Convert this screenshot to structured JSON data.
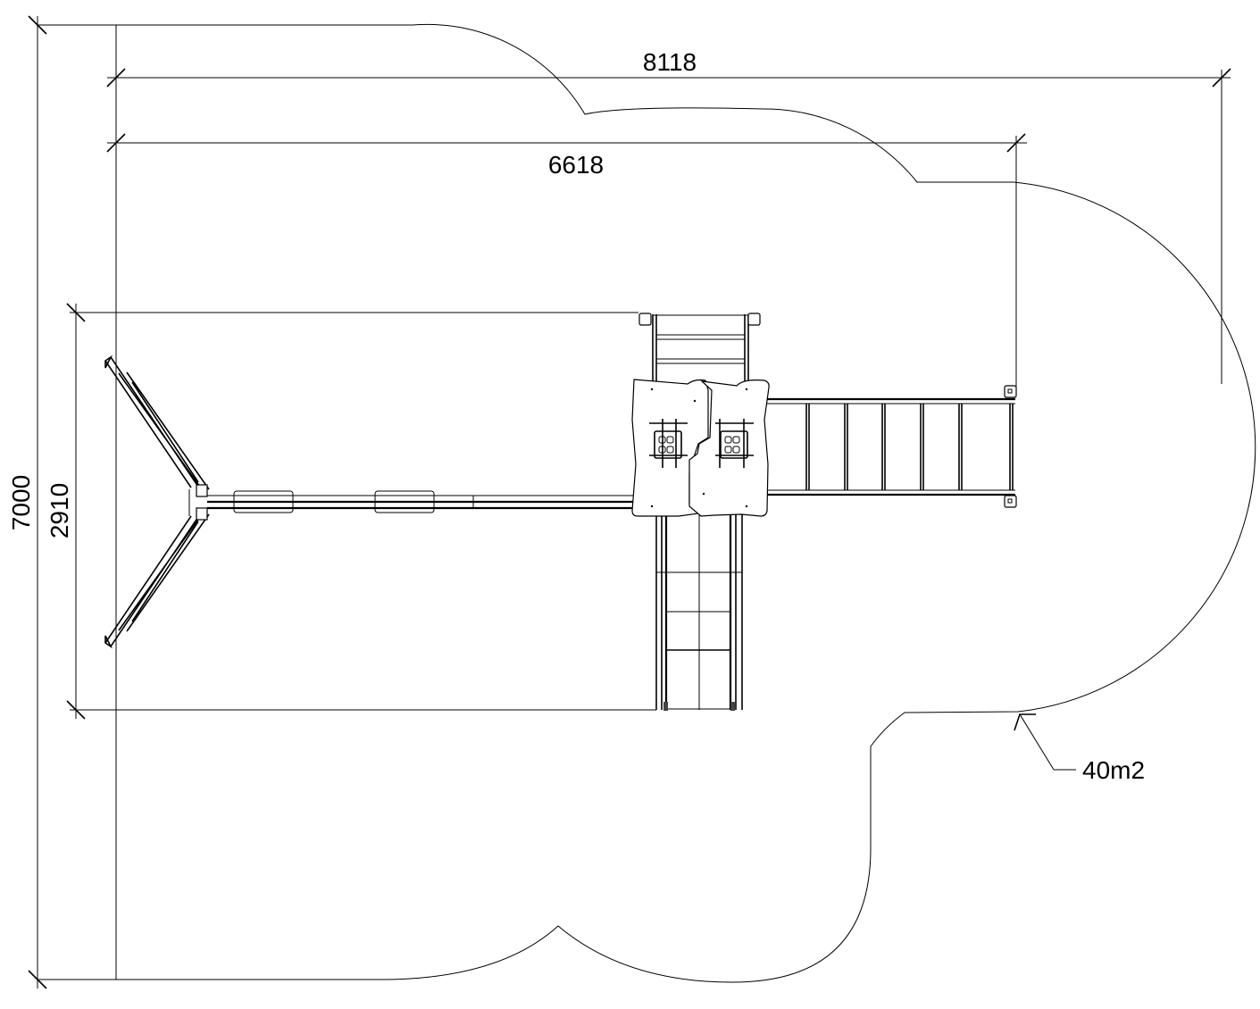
{
  "drawing": {
    "dimensions": {
      "overall_width": "8118",
      "structure_width": "6618",
      "overall_depth": "7000",
      "structure_depth": "2910"
    },
    "area_label": "40m2",
    "line_color": "#000000",
    "background_color": "#ffffff"
  }
}
